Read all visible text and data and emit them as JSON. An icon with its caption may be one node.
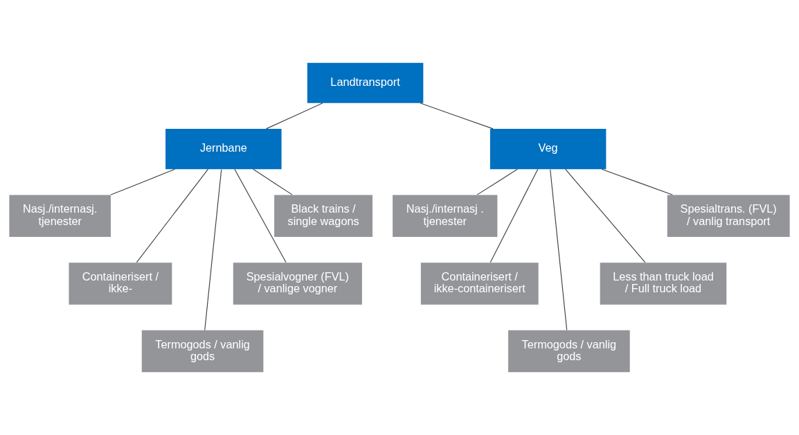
{
  "diagram": {
    "nodes": [
      {
        "text": [
          "Landtransport"
        ]
      },
      {
        "text": [
          "Jernbane"
        ]
      },
      {
        "text": [
          "Veg"
        ]
      },
      {
        "text": [
          "Nasj./internasj. tjenester"
        ]
      },
      {
        "text": [
          "Containerisert / ikke-"
        ]
      },
      {
        "text": [
          "Termogods / vanlig gods"
        ]
      },
      {
        "text": [
          "Spesialvogner (FVL) / vanlige vogner"
        ]
      },
      {
        "text": [
          "Black trains / single wagons"
        ]
      },
      {
        "text": [
          "Nasj./internasj . tjenester"
        ]
      },
      {
        "text": [
          "Containerisert / ikke-containerisert"
        ]
      },
      {
        "text": [
          "Termogods / vanlig gods"
        ]
      },
      {
        "text": [
          "Less than truck load / Full truck load"
        ]
      },
      {
        "text": [
          "Spesialtrans. (FVL) / vanlig transport"
        ]
      }
    ],
    "edges": [
      {
        "from": 0,
        "to": 1,
        "arrow": "none"
      },
      {
        "from": 0,
        "to": 2,
        "arrow": "none"
      },
      {
        "from": 1,
        "to": 3,
        "arrow": "none"
      },
      {
        "from": 1,
        "to": 4,
        "arrow": "none"
      },
      {
        "from": 1,
        "to": 5,
        "arrow": "none"
      },
      {
        "from": 1,
        "to": 6,
        "arrow": "none"
      },
      {
        "from": 1,
        "to": 7,
        "arrow": "none"
      },
      {
        "from": 2,
        "to": 8,
        "arrow": "none"
      },
      {
        "from": 2,
        "to": 9,
        "arrow": "none"
      },
      {
        "from": 2,
        "to": 10,
        "arrow": "none"
      },
      {
        "from": 2,
        "to": 11,
        "arrow": "none"
      },
      {
        "from": 2,
        "to": 12,
        "arrow": "none"
      }
    ]
  }
}
